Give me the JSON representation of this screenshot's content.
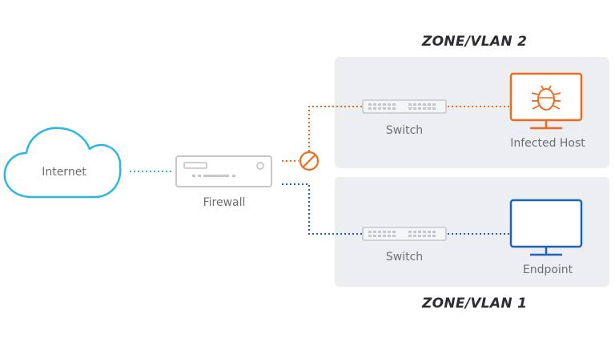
{
  "zones": {
    "vlan2_title": "ZONE/VLAN 2",
    "vlan1_title": "ZONE/VLAN 1"
  },
  "nodes": {
    "internet": "Internet",
    "firewall": "Firewall",
    "switch_top": "Switch",
    "switch_bottom": "Switch",
    "infected_host": "Infected Host",
    "endpoint": "Endpoint"
  },
  "icons": {
    "cloud": "cloud-icon",
    "firewall": "firewall-appliance-icon",
    "switch": "network-switch-icon",
    "blocked": "blocked-icon",
    "infected_host": "bug-monitor-icon",
    "endpoint": "monitor-icon"
  },
  "colors": {
    "internet": "#29b6e8",
    "threat": "#f06a1b",
    "trusted": "#1e62c0",
    "device_gray": "#c4c8ce",
    "zone_bg": "#eceef2"
  }
}
